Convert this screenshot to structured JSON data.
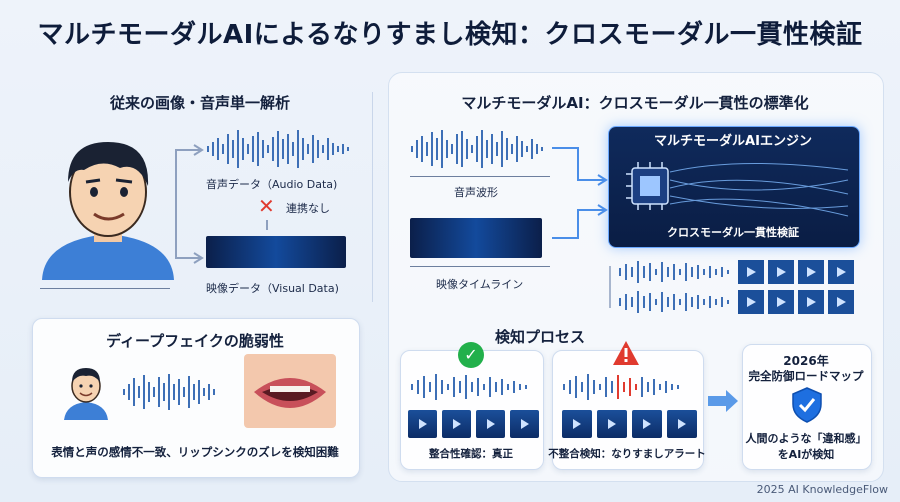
{
  "title": "マルチモーダルAIによるなりすまし検知：クロスモーダル一貫性検証",
  "left": {
    "heading": "従来の画像・音声単一解析",
    "audio_label": "音声データ（Audio Data)",
    "no_link_label": "連携なし",
    "video_label": "映像データ（Visual Data)"
  },
  "deepfake": {
    "heading": "ディープフェイクの脆弱性",
    "caption": "表情と声の感情不一致、リップシンクのズレを検知困難"
  },
  "right": {
    "heading": "マルチモーダルAI：クロスモーダル一貫性の標準化",
    "waveform_label": "音声波形",
    "timeline_label": "映像タイムライン",
    "engine_title": "マルチモーダルAIエンジン",
    "engine_caption": "クロスモーダル一貫性検証"
  },
  "detection": {
    "heading": "検知プロセス",
    "ok_label": "整合性確認：真正",
    "ng_label": "不整合検知：なりすましアラート"
  },
  "roadmap": {
    "year": "2026年",
    "title": "完全防御ロードマップ",
    "body_line1": "人間のような「違和感」",
    "body_line2": "をAIが検知"
  },
  "footer": "2025 AI KnowledgeFlow",
  "colors": {
    "accent": "#1e6fe0",
    "ok": "#22b04b",
    "ng": "#e03a2f",
    "dark": "#0e1c3a"
  }
}
